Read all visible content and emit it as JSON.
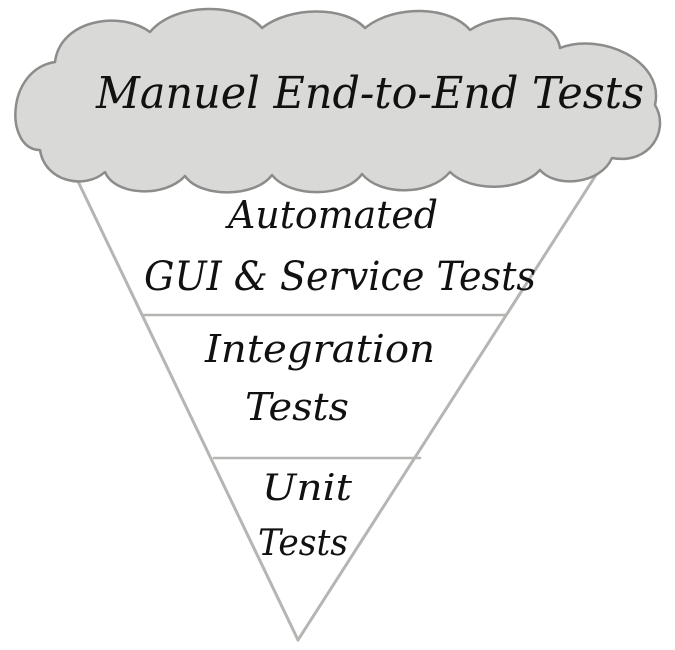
{
  "diagram": {
    "cloud_label": "Manuel End-to-End Tests",
    "layers": [
      {
        "line1": "Automated",
        "line2": "GUI & Service Tests"
      },
      {
        "line1": "Integration",
        "line2": "Tests"
      },
      {
        "line1": "Unit",
        "line2": "Tests"
      }
    ]
  },
  "colors": {
    "cloud_fill": "#d9d9d7",
    "cloud_stroke": "#8c8c8a",
    "line": "#b5b5b2",
    "text": "#111111"
  }
}
